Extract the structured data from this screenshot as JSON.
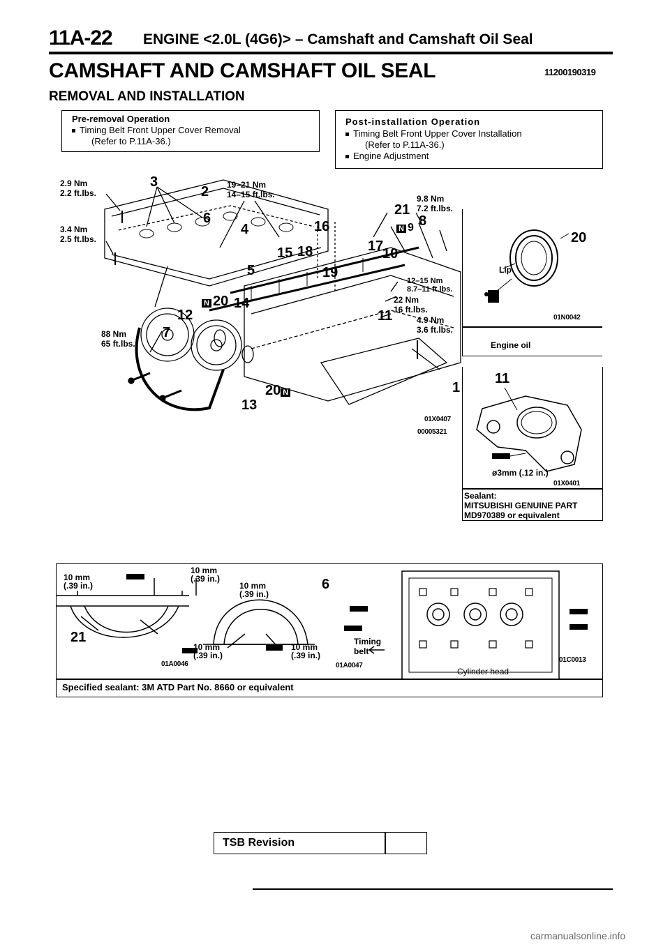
{
  "header": {
    "page_number": "11A-22",
    "title": "ENGINE <2.0L (4G6)> – Camshaft and Camshaft Oil Seal"
  },
  "main_title": "CAMSHAFT AND CAMSHAFT OIL SEAL",
  "doc_code": "11200190319",
  "subtitle": "REMOVAL AND INSTALLATION",
  "pre_removal": {
    "heading": "Pre-removal Operation",
    "item": "Timing Belt Front Upper Cover Removal",
    "ref": "(Refer to P.11A-36.)"
  },
  "post_installation": {
    "heading": "Post-installation Operation",
    "item1": "Timing Belt Front Upper Cover Installation",
    "ref": "(Refer to P.11A-36.)",
    "item2": "Engine Adjustment"
  },
  "torques": {
    "t1_nm": "2.9 Nm",
    "t1_ft": "2.2 ft.lbs.",
    "t2_nm": "3.4 Nm",
    "t2_ft": "2.5 ft.lbs.",
    "t3_nm": "19–21 Nm",
    "t3_ft": "14–15 ft.lbs.",
    "t4_nm": "9.8 Nm",
    "t4_ft": "7.2 ft.lbs.",
    "t5_nm": "12–15 Nm",
    "t5_ft": "8.7–11 ft.lbs.",
    "t6_nm": "22 Nm",
    "t6_ft": "16 ft.lbs.",
    "t7_nm": "4.9 Nm",
    "t7_ft": "3.6 ft.lbs.",
    "t8_nm": "88 Nm",
    "t8_ft": "65 ft.lbs."
  },
  "callouts": {
    "c1": "1",
    "c2": "2",
    "c3": "3",
    "c4": "4",
    "c5": "5",
    "c6": "6",
    "c7": "7",
    "c8": "8",
    "c9": "9",
    "c10": "10",
    "c11": "11",
    "c12": "12",
    "c13": "13",
    "c14": "14",
    "c15": "15",
    "c16": "16",
    "c17": "17",
    "c18": "18",
    "c19": "19",
    "c20": "20",
    "c21": "21",
    "n": "N"
  },
  "codes": {
    "main1": "01X0407",
    "main2": "00005321",
    "seal": "01N0042",
    "gasket": "01X0401",
    "fig1": "01A0046",
    "fig2": "01A0047",
    "fig3": "01C0013"
  },
  "seal_panel": {
    "lip": "Lip",
    "oil": "Engine oil",
    "callout": "20"
  },
  "gasket_panel": {
    "callout": "11",
    "dim": "ø3mm (.12 in.)",
    "sealant_head": "Sealant:",
    "sealant_line1": "MITSUBISHI GENUINE PART",
    "sealant_line2": "MD970389 or equivalent"
  },
  "bottom": {
    "dim_mm": "10 mm",
    "dim_in": "(.39 in.)",
    "c21": "21",
    "c6": "6",
    "timing_belt": "Timing belt",
    "cylinder_head": "Cylinder head",
    "specified_sealant": "Specified sealant: 3M ATD Part No. 8660 or equivalent"
  },
  "footer": {
    "tsb": "TSB Revision",
    "watermark": "carmanualsonline.info"
  }
}
